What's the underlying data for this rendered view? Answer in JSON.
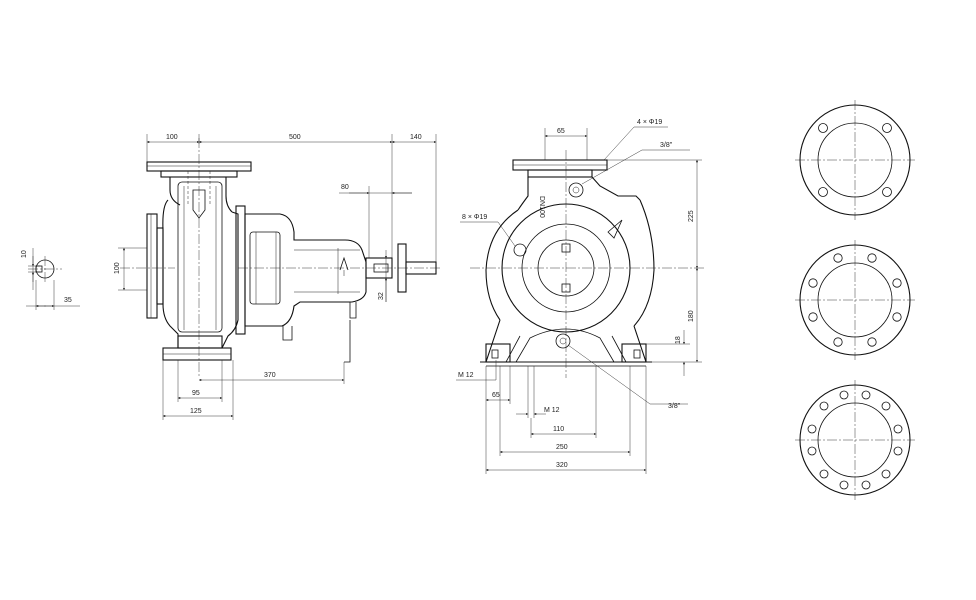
{
  "colors": {
    "line": "#111111",
    "background": "#ffffff"
  },
  "dims": {
    "side_top_left": "100",
    "side_top_mid": "500",
    "side_top_right": "140",
    "side_shaft_80": "80",
    "side_left_100": "100",
    "side_shaft_32": "32",
    "side_bottom_370": "370",
    "side_bottom_95": "95",
    "side_bottom_125": "125",
    "key_10": "10",
    "key_35": "35",
    "front_65_top": "65",
    "front_holes_4": "4 × Φ19",
    "front_thread_top": "3/8\"",
    "front_holes_8": "8 × Φ19",
    "front_dn": "DN100",
    "front_225": "225",
    "front_180": "180",
    "front_18": "18",
    "front_m12_left": "M 12",
    "front_65_bottom": "65",
    "front_m12_mid": "M 12",
    "front_110": "110",
    "front_250": "250",
    "front_320": "320",
    "front_thread_bottom": "3/8\""
  }
}
